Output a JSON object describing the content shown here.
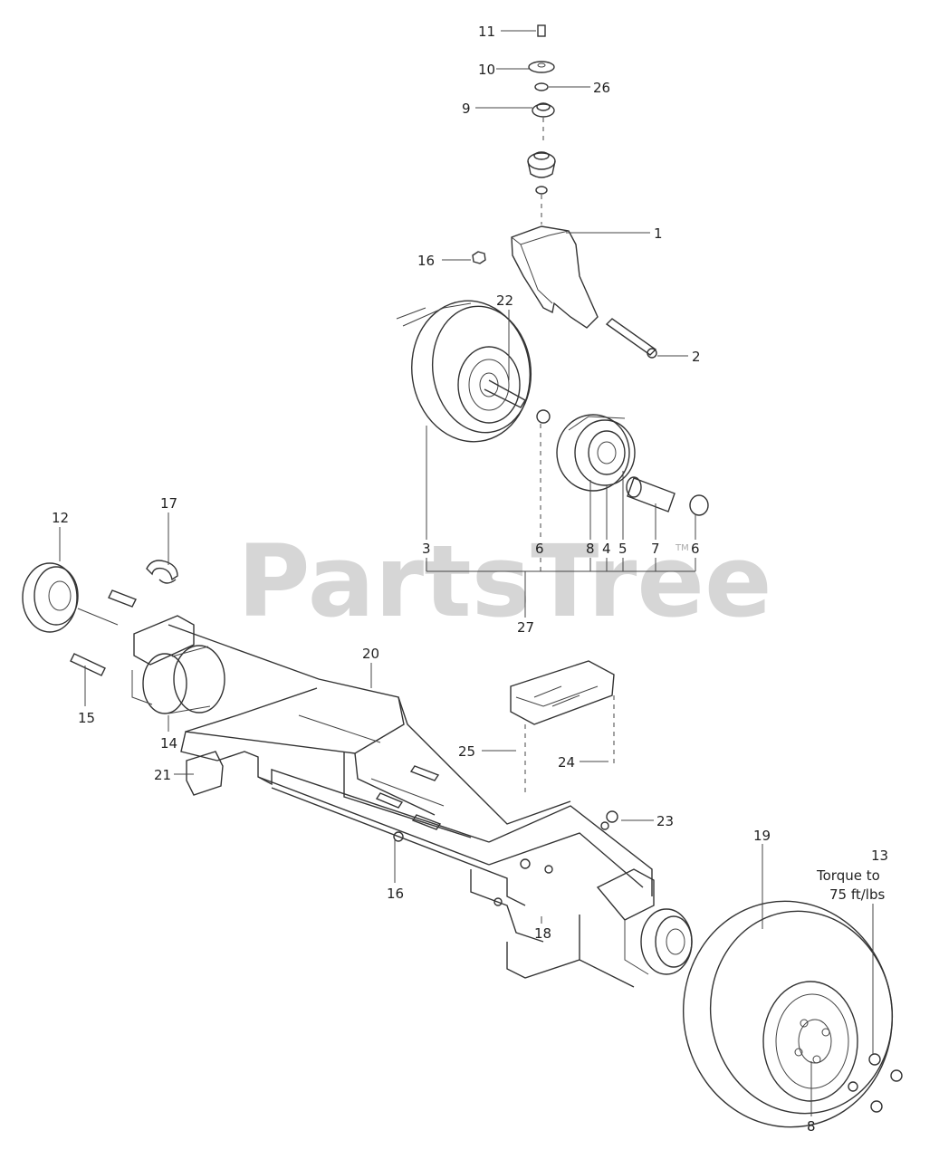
{
  "watermark": {
    "text": "PartsTree",
    "tm": "TM"
  },
  "callouts": {
    "c1": "1",
    "c2": "2",
    "c3": "3",
    "c4": "4",
    "c5": "5",
    "c6a": "6",
    "c6b": "6",
    "c7": "7",
    "c8a": "8",
    "c8b": "8",
    "c9": "9",
    "c10": "10",
    "c11": "11",
    "c12": "12",
    "c13": "13",
    "c14": "14",
    "c15": "15",
    "c16a": "16",
    "c16b": "16",
    "c17": "17",
    "c18": "18",
    "c19": "19",
    "c20": "20",
    "c21": "21",
    "c22": "22",
    "c23": "23",
    "c24": "24",
    "c25": "25",
    "c26": "26",
    "c27": "27"
  },
  "notes": {
    "torque_line1": "Torque to",
    "torque_line2": "75 ft/lbs"
  }
}
